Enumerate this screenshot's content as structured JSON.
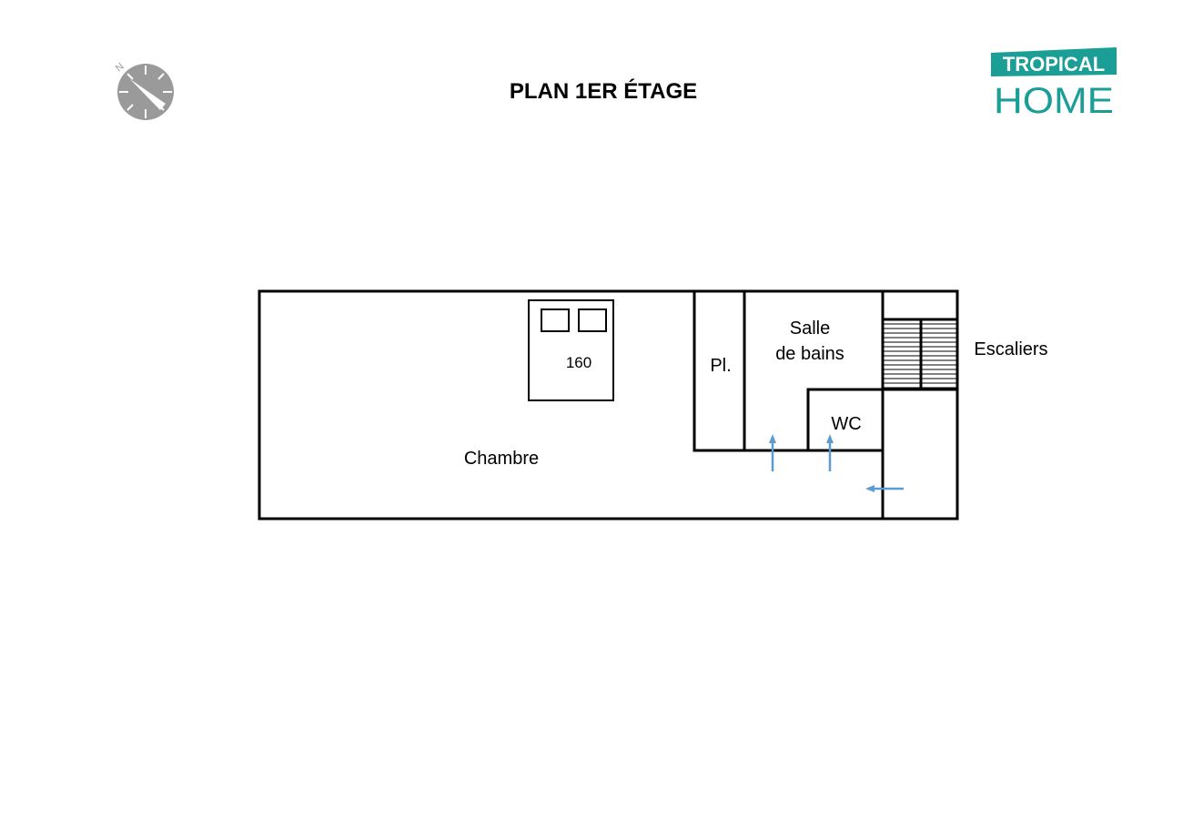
{
  "title": "PLAN 1ER ÉTAGE",
  "logo": {
    "line1": "TROPICAL",
    "line2": "HOME",
    "color": "#1a9e96"
  },
  "compass": {
    "icon": "compass-icon",
    "north_label": "N",
    "color": "#9a9a9a"
  },
  "rooms": {
    "chambre": "Chambre",
    "placard": "Pl.",
    "salle_line1": "Salle",
    "salle_line2": "de bains",
    "wc": "WC",
    "escaliers": "Escaliers",
    "bed_size": "160"
  },
  "arrow_color": "#5b9bd5"
}
